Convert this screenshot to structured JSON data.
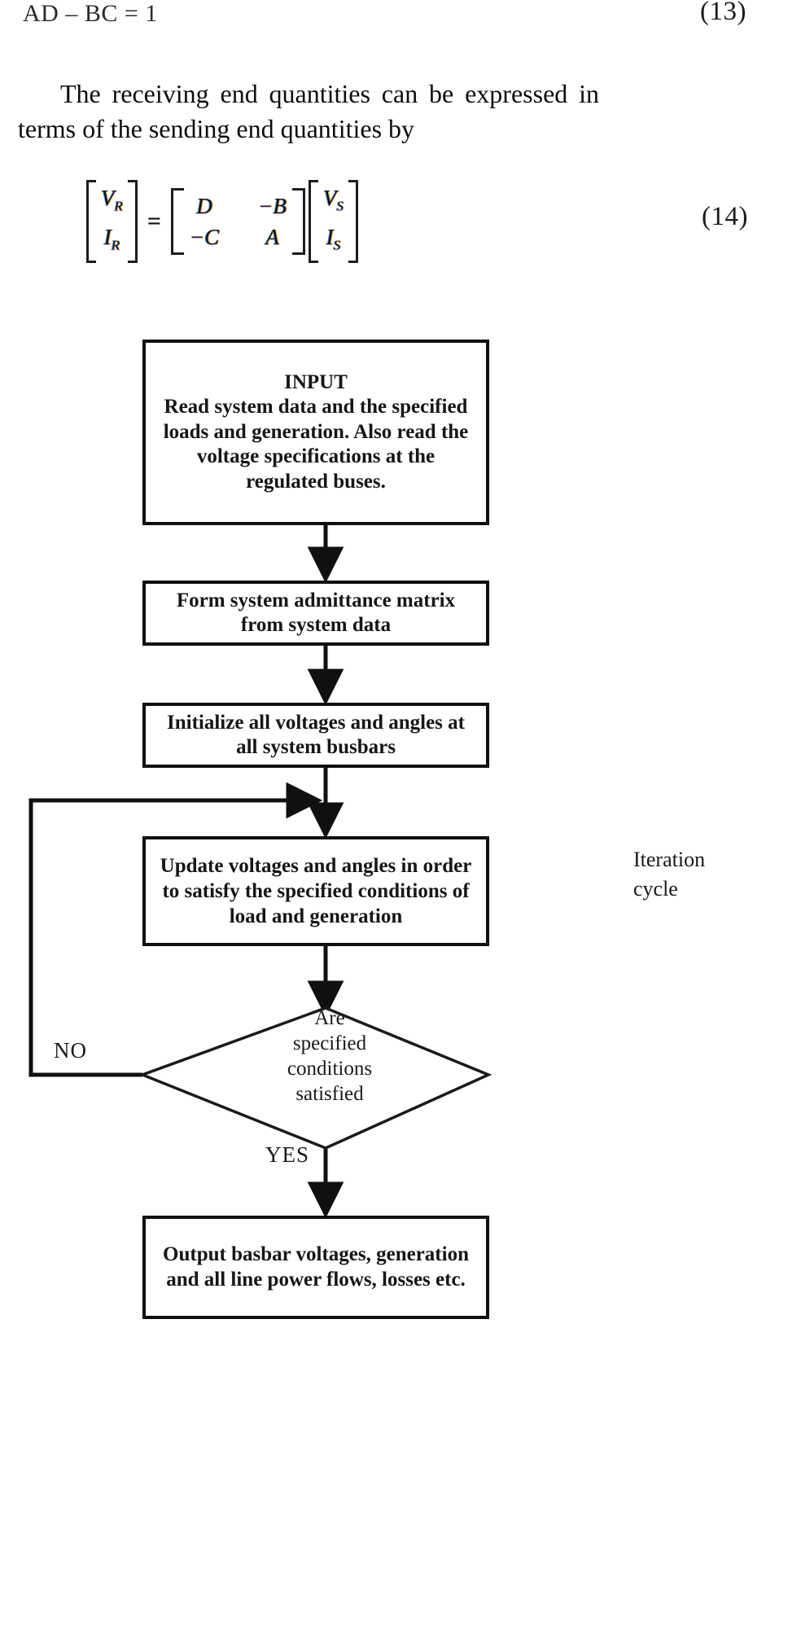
{
  "document": {
    "equations": [
      {
        "id": "13",
        "expression": "AD – BC = 1",
        "number": "(13)"
      },
      {
        "id": "14",
        "number": "(14)",
        "left_vector": [
          "V",
          "I"
        ],
        "left_subscripts": [
          "R",
          "R"
        ],
        "coefficient_matrix": [
          [
            "D",
            "−B"
          ],
          [
            "−C",
            "A"
          ]
        ],
        "right_vector": [
          "V",
          "I"
        ],
        "right_subscripts": [
          "S",
          "S"
        ],
        "equals": "="
      }
    ],
    "paragraph": "The receiving end quantities can be expressed in terms of the sending end quantities by"
  },
  "flowchart": {
    "title": "Load flow iteration flowchart",
    "nodes": [
      {
        "id": "input",
        "shape": "rectangle",
        "heading": "INPUT",
        "text": "Read system data and the specified loads and generation. Also read the voltage specifications at the regulated buses."
      },
      {
        "id": "admittance",
        "shape": "rectangle",
        "text": "Form system admittance matrix from system data"
      },
      {
        "id": "initialize",
        "shape": "rectangle",
        "text": "Initialize all voltages and angles at all system busbars"
      },
      {
        "id": "update",
        "shape": "rectangle",
        "text": "Update voltages and angles in order to satisfy the specified conditions of load and generation"
      },
      {
        "id": "decision",
        "shape": "diamond",
        "text": "Are\nspecified\nconditions\nsatisfied"
      },
      {
        "id": "output",
        "shape": "rectangle",
        "text": "Output basbar voltages, generation and all line power flows, losses etc."
      }
    ],
    "labels": {
      "iteration_cycle": "Iteration\ncycle",
      "no": "NO",
      "yes": "YES"
    },
    "colors": {
      "stroke": "#101010",
      "fill": "#ffffff",
      "text": "#161616"
    }
  }
}
